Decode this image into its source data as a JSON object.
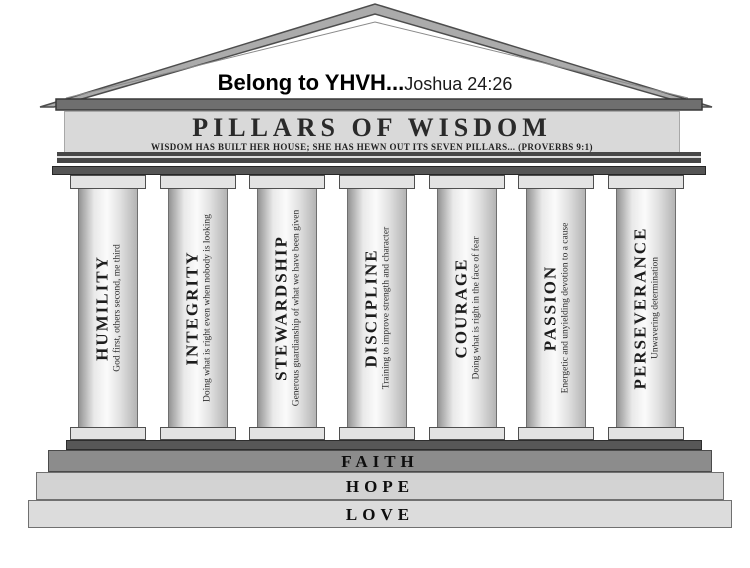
{
  "pediment": {
    "heading": "Belong to YHVH...",
    "reference": "Joshua 24:26"
  },
  "entablature": {
    "title": "PILLARS OF WISDOM",
    "subtitle": "WISDOM HAS BUILT HER HOUSE; SHE HAS HEWN OUT ITS SEVEN PILLARS... (PROVERBS 9:1)"
  },
  "pillars": [
    {
      "name": "HUMILITY",
      "description": "God first, others second, me third"
    },
    {
      "name": "INTEGRITY",
      "description": "Doing what is right even when nobody is looking"
    },
    {
      "name": "STEWARDSHIP",
      "description": "Generous guardianship of what we have been given"
    },
    {
      "name": "DISCIPLINE",
      "description": "Training to improve strength and character"
    },
    {
      "name": "COURAGE",
      "description": "Doing what is right in the face of fear"
    },
    {
      "name": "PASSION",
      "description": "Energetic and unyielding devotion to a cause"
    },
    {
      "name": "PERSEVERANCE",
      "description": "Unwavering determination"
    }
  ],
  "foundation": {
    "steps": [
      "FAITH",
      "HOPE",
      "LOVE"
    ]
  },
  "colors": {
    "roof_band": "#ababab",
    "cornice": "#6f6f6f",
    "entablature_panel": "#d9d9d9",
    "architrave": "#555555",
    "pillar_light": "#fbfbfb",
    "pillar_shadow": "#949494",
    "capital": "#e3e3e3",
    "step_faith": "#8c8c8c",
    "step_hope": "#d3d3d3",
    "step_love": "#dcdcdc",
    "text": "#1d1d1d"
  }
}
